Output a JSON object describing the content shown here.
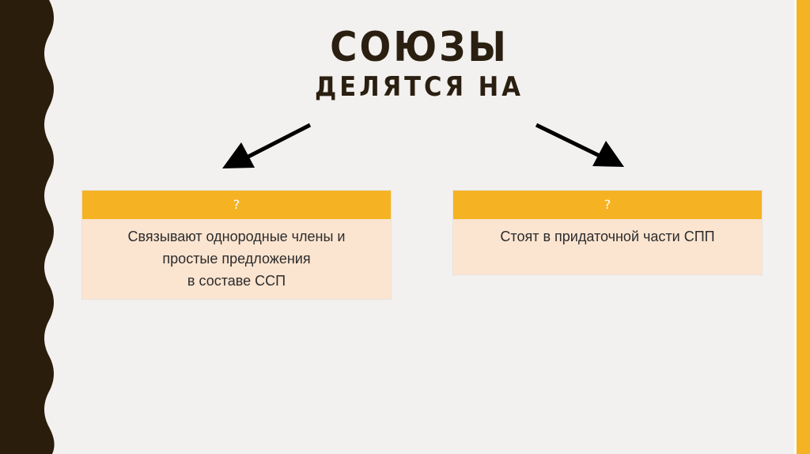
{
  "title": {
    "main": "СОЮЗЫ",
    "sub": "ДЕЛЯТСЯ НА"
  },
  "boxes": [
    {
      "header": "?",
      "lines": [
        "Связывают однородные члены и",
        "простые предложения",
        "в составе ССП"
      ]
    },
    {
      "header": "?",
      "lines": [
        "Стоят в придаточной части СПП"
      ]
    }
  ],
  "colors": {
    "accent": "#f5b324",
    "box_fill": "#fbe4d0",
    "background": "#f2f1ef",
    "border_dark": "#2a1d0c",
    "text_dark": "#2a1f10"
  }
}
